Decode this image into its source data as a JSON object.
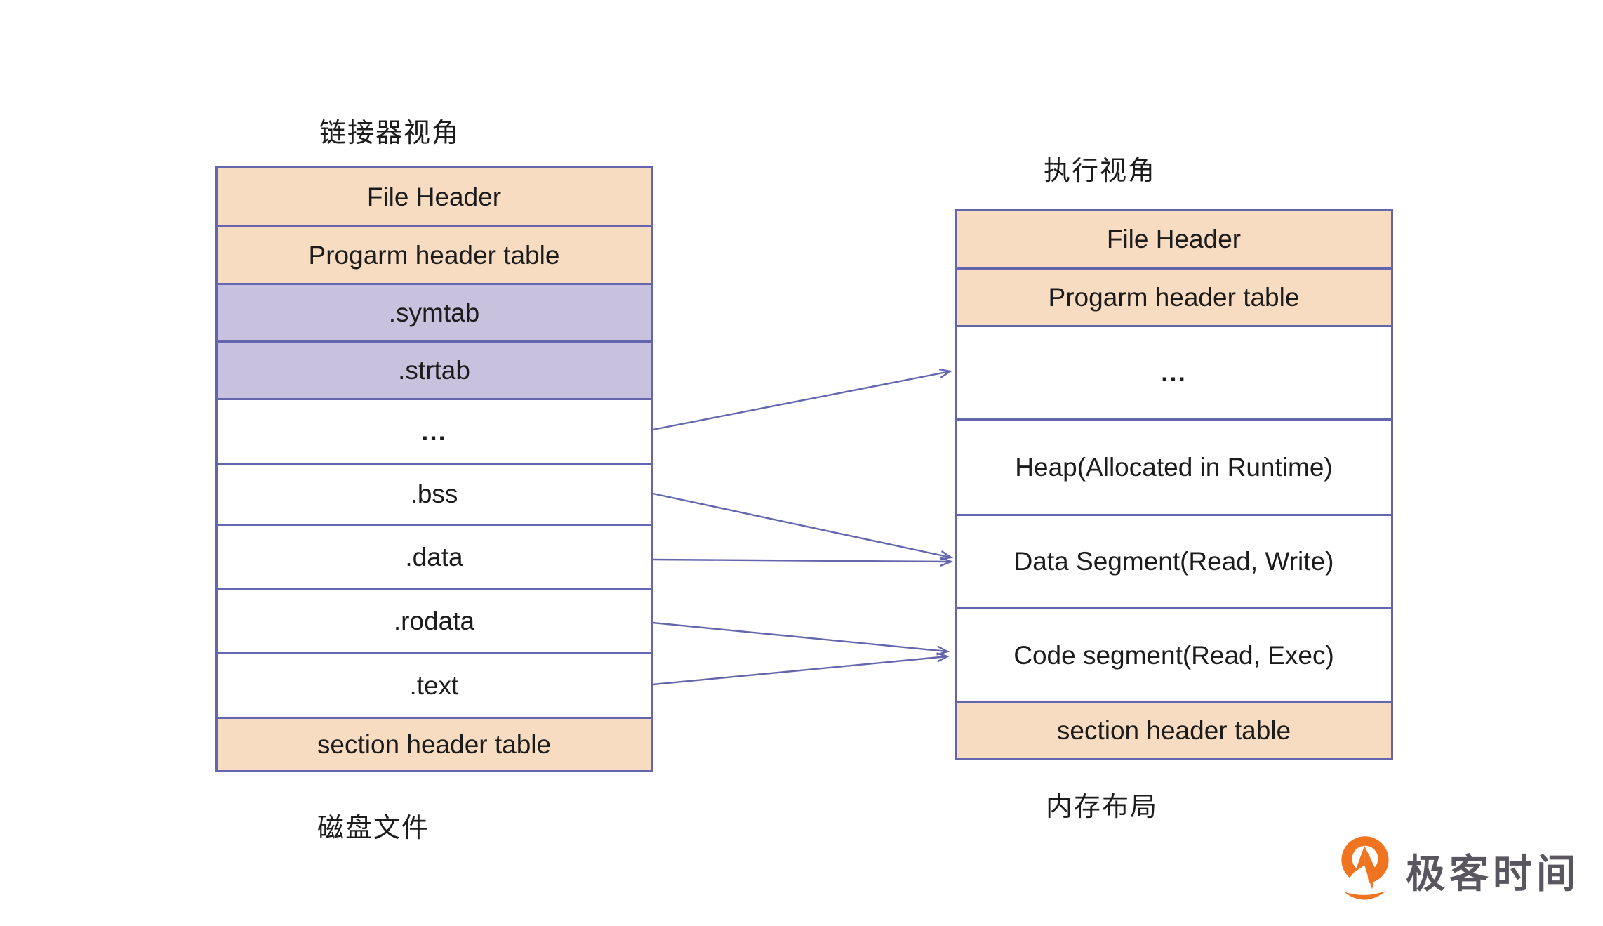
{
  "left_panel": {
    "title": "链接器视角",
    "caption": "磁盘文件",
    "rows": [
      {
        "label": "File Header",
        "bg": "peach"
      },
      {
        "label": "Progarm header table",
        "bg": "peach"
      },
      {
        "label": ".symtab",
        "bg": "lavender"
      },
      {
        "label": ".strtab",
        "bg": "lavender"
      },
      {
        "label": "...",
        "bg": "white"
      },
      {
        "label": ".bss",
        "bg": "white"
      },
      {
        "label": ".data",
        "bg": "white"
      },
      {
        "label": ".rodata",
        "bg": "white"
      },
      {
        "label": ".text",
        "bg": "white"
      },
      {
        "label": "section header table",
        "bg": "peach"
      }
    ]
  },
  "right_panel": {
    "title": "执行视角",
    "caption": "内存布局",
    "rows": [
      {
        "label": "File Header",
        "bg": "peach"
      },
      {
        "label": "Progarm header table",
        "bg": "peach"
      },
      {
        "label": "...",
        "bg": "white"
      },
      {
        "label": "Heap(Allocated in Runtime)",
        "bg": "white"
      },
      {
        "label": "Data Segment(Read, Write)",
        "bg": "white"
      },
      {
        "label": "Code segment(Read, Exec)",
        "bg": "white"
      },
      {
        "label": "section header table",
        "bg": "peach"
      }
    ]
  },
  "arrows": [
    {
      "from": "...",
      "to": "..."
    },
    {
      "from": ".bss",
      "to": "Data Segment(Read, Write)"
    },
    {
      "from": ".data",
      "to": "Data Segment(Read, Write)"
    },
    {
      "from": ".rodata",
      "to": "Code segment(Read, Exec)"
    },
    {
      "from": ".text",
      "to": "Code segment(Read, Exec)"
    }
  ],
  "logo": {
    "text": "极客时间"
  },
  "colors": {
    "peach": "#f8dcc2",
    "lavender": "#c9c2de",
    "border": "#6366ad",
    "arrow": "#6366ad",
    "text": "#1c1c1c",
    "logo_orange": "#f0741f",
    "logo_gray": "#595660"
  }
}
